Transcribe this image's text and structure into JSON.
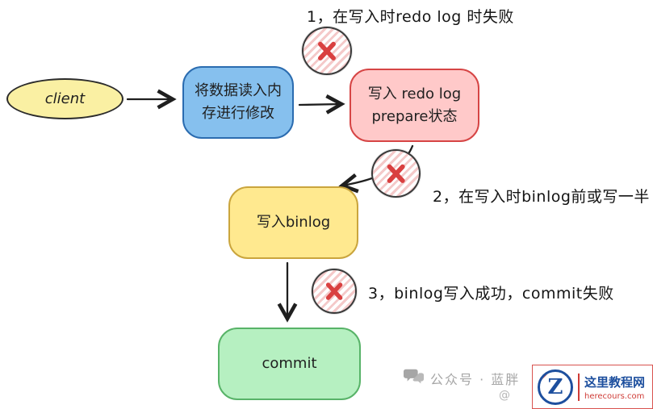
{
  "diagram": {
    "annotations": {
      "fail1": "1，在写入时redo log 时失败",
      "fail2": "2，在写入时binlog前或写一半",
      "fail3": "3，binlog写入成功，commit失败"
    },
    "nodes": {
      "client": {
        "label": "client",
        "fill": "#faf0a3"
      },
      "read": {
        "label": "将数据读入内存进行修改",
        "fill": "#86c0ee"
      },
      "redo": {
        "label": "写入 redo log prepare状态",
        "fill": "#ffc9c9"
      },
      "binlog": {
        "label": "写入binlog",
        "fill": "#ffe98f"
      },
      "commit": {
        "label": "commit",
        "fill": "#b6f0c1"
      }
    },
    "edges": [
      {
        "from": "client",
        "to": "read"
      },
      {
        "from": "read",
        "to": "redo"
      },
      {
        "from": "redo",
        "to": "binlog"
      },
      {
        "from": "binlog",
        "to": "commit"
      }
    ],
    "error_icons": [
      {
        "name": "error-cross-1",
        "attached_to": "redo-write"
      },
      {
        "name": "error-cross-2",
        "attached_to": "binlog-write"
      },
      {
        "name": "error-cross-3",
        "attached_to": "commit"
      }
    ]
  },
  "watermark": {
    "text": "公众号 · 蓝胖",
    "handle": "@"
  },
  "site_logo": {
    "letter": "Z",
    "title": "这里教程网",
    "domain": "herecours.com"
  },
  "colors": {
    "ink": "#1f1f1f",
    "error_red": "#d94040",
    "client_fill": "#faf0a3",
    "read_fill": "#86c0ee",
    "redo_fill": "#ffc9c9",
    "binlog_fill": "#ffe98f",
    "commit_fill": "#b6f0c1",
    "watermark_gray": "#a6a6a6",
    "logo_blue": "#1d4f9e",
    "logo_red": "#cf3b36"
  }
}
